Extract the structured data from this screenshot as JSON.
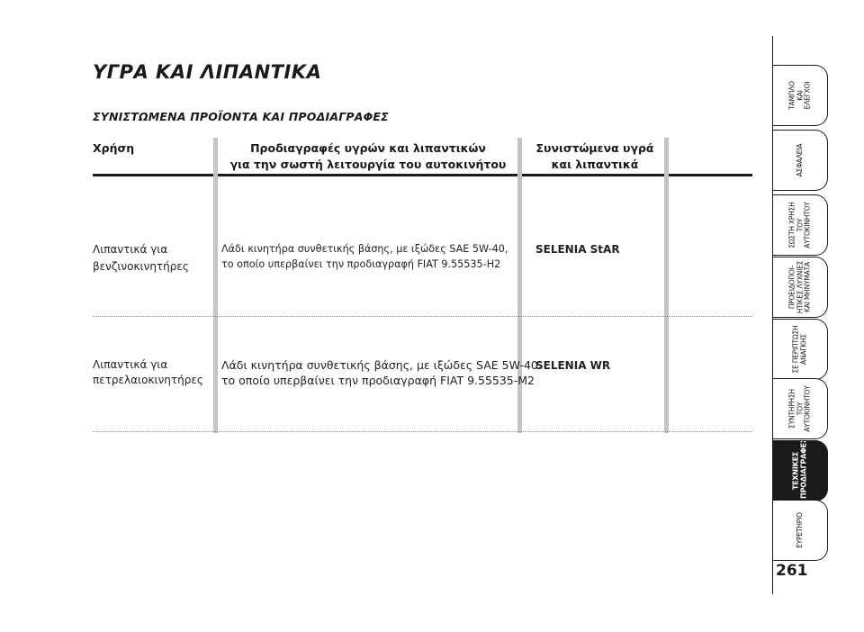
{
  "title": "ΥΓΡΑ ΚΑΙ ΛΙΠΑΝΤΙΚΑ",
  "subtitle": "ΣΥΝΙΣΤΩΜΕΝΑ ΠΡΟΪΟΝΤΑ ΚΑΙ ΠΡΟΔΙΑΓΡΑΦΕΣ",
  "table": {
    "headers": {
      "usage": "Χρήση",
      "spec_line1": "Προδιαγραφές υγρών και λιπαντικών",
      "spec_line2": "για την σωστή λειτουργία του αυτοκινήτου",
      "rec_line1": "Συνιστώμενα υγρά",
      "rec_line2": "και λιπαντικά"
    },
    "rows": [
      {
        "usage_line1": "Λιπαντικά για",
        "usage_line2": "βενζινοκινητήρες",
        "spec_line1": "Λάδι κινητήρα συνθετικής βάσης, με ιξώδες SAE 5W-40,",
        "spec_line2": "το οποίο υπερβαίνει την προδιαγραφή FIAT 9.55535-H2",
        "recommended": "SELENIA StAR"
      },
      {
        "usage_line1": "Λιπαντικά για",
        "usage_line2": "πετρελαιοκινητήρες",
        "spec_line1": "Λάδι κινητήρα συνθετικής βάσης, με ιξώδες SAE 5W-40",
        "spec_line2": "το οποίο υπερβαίνει την προδιαγραφή FIAT 9.55535-M2",
        "recommended": "SELENIA WR"
      }
    ]
  },
  "sidebar": {
    "tabs": [
      {
        "label": "ΤΑΜΠΛΟ\nΚΑΙ\nΕΛΕΓΧΟΙ"
      },
      {
        "label": "ΑΣΦΑΛΕΙΑ"
      },
      {
        "label": "ΣΩΣΤΗ ΧΡΗΣΗ\nΤΟΥ\nΑΥΤΟΚΙΝΗΤΟΥ"
      },
      {
        "label": "ΠΡΟΕΙΔΟΠΟΙ-\nΗΤΙΚΕΣ ΛΥΧΝΙΕΣ\nΚΑΙ ΜΗΝΥΜΑΤΑ"
      },
      {
        "label": "ΣΕ ΠΕΡΙΠΤΩΣΗ\nΑΝΑΓΚΗΣ"
      },
      {
        "label": "ΣΥΝΤΗΡΗΣΗ\nΤΟΥ\nΑΥΤΟΚΙΝΗΤΟΥ"
      },
      {
        "label": "ΤΕΧΝΙΚΕΣ\nΠΡΟΔΙΑΓΡΑΦΕΣ",
        "active": true
      },
      {
        "label": "ΕΥΡΕΤΗΡΙΟ"
      }
    ]
  },
  "page_number": "261"
}
